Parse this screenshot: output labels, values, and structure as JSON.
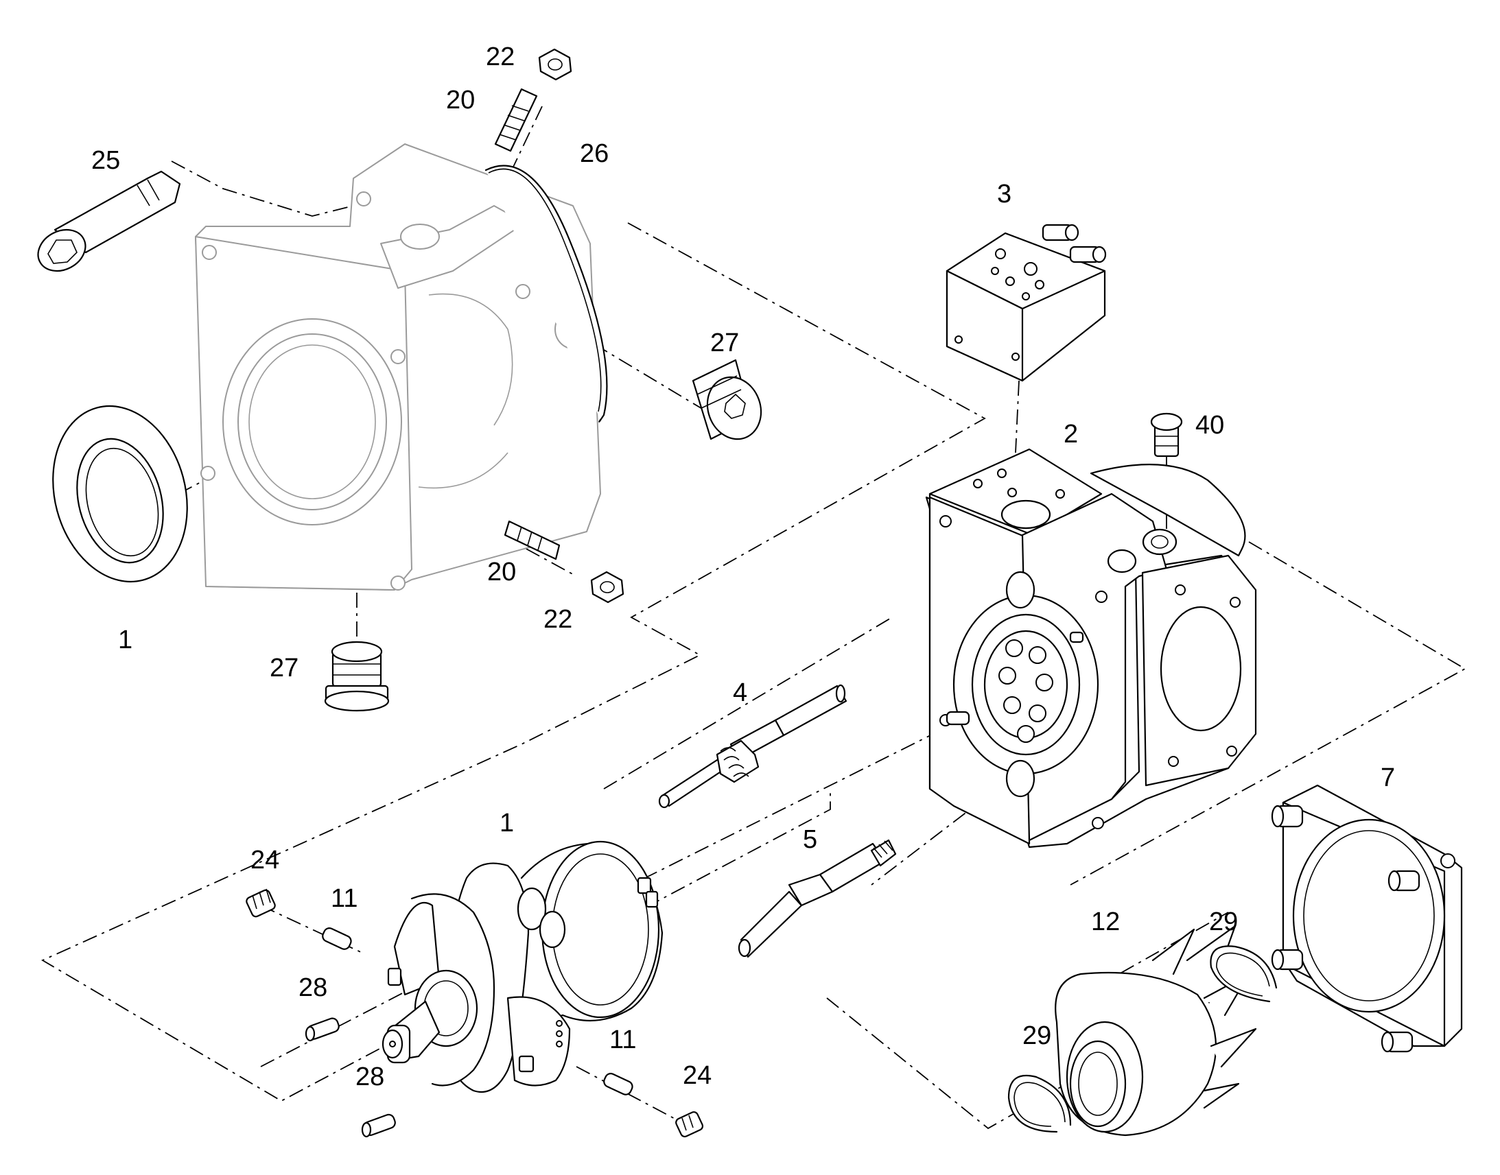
{
  "diagram": {
    "callouts": [
      {
        "id": "c1a",
        "label": "1"
      },
      {
        "id": "c1b",
        "label": "1"
      },
      {
        "id": "c2",
        "label": "2"
      },
      {
        "id": "c3",
        "label": "3"
      },
      {
        "id": "c4",
        "label": "4"
      },
      {
        "id": "c5",
        "label": "5"
      },
      {
        "id": "c7",
        "label": "7"
      },
      {
        "id": "c11a",
        "label": "11"
      },
      {
        "id": "c11b",
        "label": "11"
      },
      {
        "id": "c12",
        "label": "12"
      },
      {
        "id": "c20a",
        "label": "20"
      },
      {
        "id": "c20b",
        "label": "20"
      },
      {
        "id": "c22a",
        "label": "22"
      },
      {
        "id": "c22b",
        "label": "22"
      },
      {
        "id": "c24a",
        "label": "24"
      },
      {
        "id": "c24b",
        "label": "24"
      },
      {
        "id": "c25",
        "label": "25"
      },
      {
        "id": "c26",
        "label": "26"
      },
      {
        "id": "c27a",
        "label": "27"
      },
      {
        "id": "c27b",
        "label": "27"
      },
      {
        "id": "c28a",
        "label": "28"
      },
      {
        "id": "c28b",
        "label": "28"
      },
      {
        "id": "c29a",
        "label": "29"
      },
      {
        "id": "c29b",
        "label": "29"
      },
      {
        "id": "c40",
        "label": "40"
      }
    ],
    "colors": {
      "line": "#000000",
      "ghost_line": "#9a9a9a",
      "background": "#ffffff"
    }
  }
}
